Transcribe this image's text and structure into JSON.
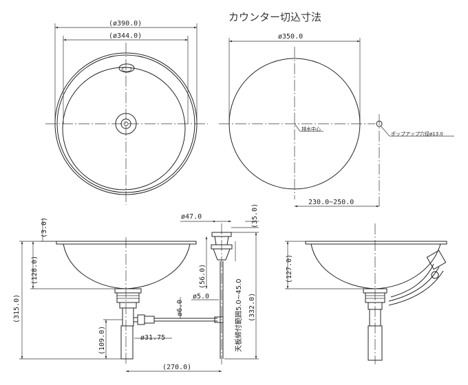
{
  "title": "カウンター切込寸法",
  "plan_view": {
    "outer_diameter": "(ø390.0)",
    "inner_diameter": "(ø344.0)"
  },
  "cutout_view": {
    "cut_diameter": "ø350.0",
    "drain_center_label": "排水中心",
    "popup_hole_label": "ポップアップ穴径ø13.0",
    "offset_range": "230.0~250.0"
  },
  "front_view": {
    "rim_height": "(3.0)",
    "bowl_depth": "(128.0)",
    "total_height": "(315.0)",
    "trap_height": "(109.0)",
    "lever_diameter": "ø47.0",
    "lever_height": "(35.0)",
    "rod_length": "(56.0)",
    "rod_diameter": "ø5.0",
    "cable_diameter": "ø6.0",
    "pipe_diameter": "ø31.75",
    "counter_range": "天板締付範囲5.0~45.0",
    "overall_height": "(332.0)",
    "horizontal_length": "(270.0)"
  },
  "side_view": {
    "bowl_depth": "(127.0)"
  }
}
